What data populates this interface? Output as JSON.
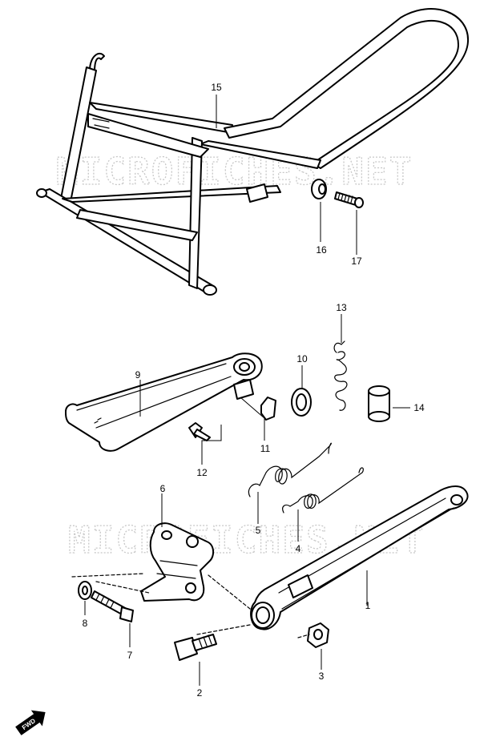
{
  "watermark": "MICROFICHES.NET",
  "fwd_label": "FWD",
  "callouts": [
    {
      "id": "1",
      "label": "1"
    },
    {
      "id": "2",
      "label": "2"
    },
    {
      "id": "3",
      "label": "3"
    },
    {
      "id": "4",
      "label": "4"
    },
    {
      "id": "5",
      "label": "5"
    },
    {
      "id": "6",
      "label": "6"
    },
    {
      "id": "7",
      "label": "7"
    },
    {
      "id": "8",
      "label": "8"
    },
    {
      "id": "9",
      "label": "9"
    },
    {
      "id": "10",
      "label": "10"
    },
    {
      "id": "11",
      "label": "11"
    },
    {
      "id": "12",
      "label": "12"
    },
    {
      "id": "13",
      "label": "13"
    },
    {
      "id": "14",
      "label": "14"
    },
    {
      "id": "15",
      "label": "15"
    },
    {
      "id": "16",
      "label": "16"
    },
    {
      "id": "17",
      "label": "17"
    }
  ]
}
